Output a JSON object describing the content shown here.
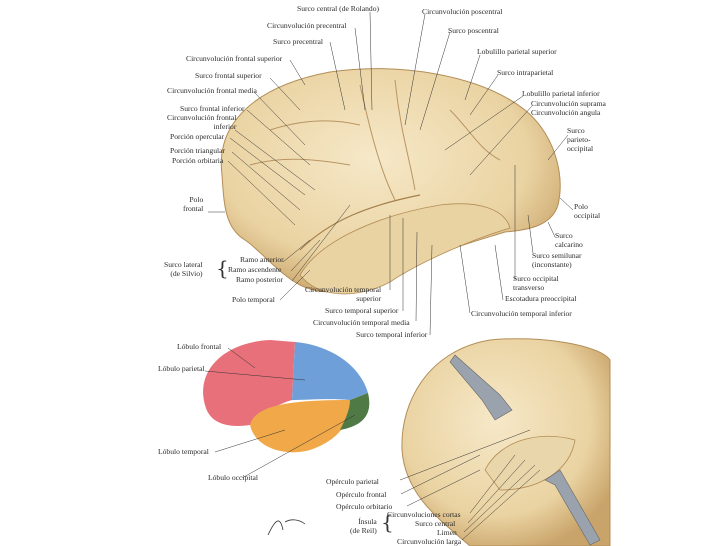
{
  "lateral_view": {
    "labels": [
      "Surco central (de Rolando)",
      "Circunvolución poscentral",
      "Circunvolución precentral",
      "Surco poscentral",
      "Surco precentral",
      "Lobulillo parietal superior",
      "Circunvolución frontal superior",
      "Surco intraparietal",
      "Surco frontal superior",
      "Circunvolución frontal media",
      "Lobulillo parietal inferior",
      "Circunvolución suprama",
      "Circunvolución angula",
      "Surco frontal inferior",
      "Circunvolución frontal\ninferior",
      "Porción opercular",
      "Porción triangular",
      "Porción orbitaria",
      "Surco\nparieto-\noccipital",
      "Polo\nfrontal",
      "Polo\noccipital",
      "Surco\ncalcarino",
      "Surco semilunar\n(inconstante)",
      "Surco lateral\n(de Silvio)",
      "Ramo anterior",
      "Ramo ascendente",
      "Ramo posterior",
      "Surco occipital\ntransverso",
      "Circunvolución temporal\nsuperior",
      "Polo temporal",
      "Escotadura preoccipital",
      "Surco temporal superior",
      "Circunvolución temporal inferior",
      "Circunvolución temporal media",
      "Surco temporal inferior"
    ]
  },
  "lobes_view": {
    "labels": [
      "Lóbulo frontal",
      "Lóbulo parietal",
      "Lóbulo temporal",
      "Lóbulo occipital"
    ],
    "colors": {
      "frontal": "#e8707a",
      "parietal": "#6f9fd8",
      "temporal": "#f0a848",
      "occipital": "#4f7a45"
    }
  },
  "insula_view": {
    "labels": [
      "Opérculo parietal",
      "Opérculo frontal",
      "Opérculo orbitario",
      "Ínsula\n(de Reil)",
      "Circunvoluciones cortas",
      "Surco central",
      "Limen",
      "Circunvolución larga"
    ]
  },
  "signature": "F. Netter"
}
